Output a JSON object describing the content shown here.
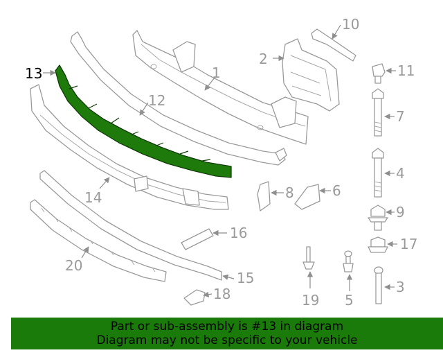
{
  "diagram": {
    "highlight_color": "#1f7a0c",
    "callouts": [
      "1",
      "2",
      "3",
      "4",
      "5",
      "6",
      "7",
      "8",
      "9",
      "10",
      "11",
      "12",
      "13",
      "14",
      "15",
      "16",
      "17",
      "18",
      "19",
      "20"
    ],
    "highlighted_part": "13"
  },
  "banner": {
    "line1": "Part or sub-assembly is #13 in diagram",
    "line2": "Diagram may not be specific to your vehicle",
    "background": "#1a7a0a"
  }
}
